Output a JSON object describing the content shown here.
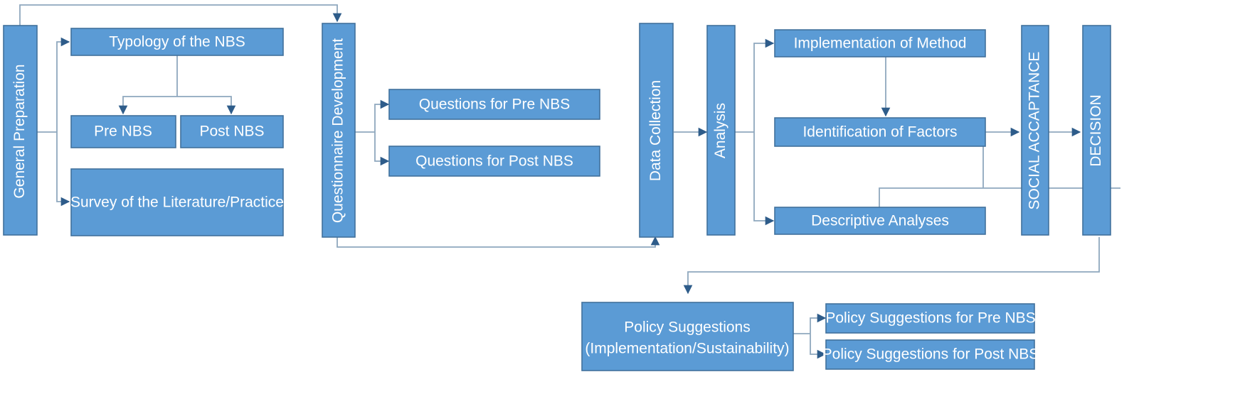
{
  "diagram": {
    "title": "NBS Research Methodology Flowchart",
    "colors": {
      "node_fill": "#5B9BD5",
      "node_stroke": "#41719C",
      "connector": "#8FA8BE",
      "arrowhead": "#2E5C8A",
      "label_text": "#FFFFFF",
      "background": "#FFFFFF"
    },
    "stages": [
      {
        "id": "general-preparation",
        "label": "General Preparation",
        "orientation": "vertical"
      },
      {
        "id": "questionnaire-development",
        "label": "Questionnaire Development",
        "orientation": "vertical"
      },
      {
        "id": "data-collection",
        "label": "Data Collection",
        "orientation": "vertical"
      },
      {
        "id": "analysis",
        "label": "Analysis",
        "orientation": "vertical"
      },
      {
        "id": "social-acceptance",
        "label": "SOCIAL ACCAPTANCE",
        "orientation": "vertical"
      },
      {
        "id": "decision",
        "label": "DECISION",
        "orientation": "vertical"
      }
    ],
    "nodes": [
      {
        "id": "typology-of-the-nbs",
        "label": "Typology of the NBS"
      },
      {
        "id": "pre-nbs",
        "label": "Pre NBS"
      },
      {
        "id": "post-nbs",
        "label": "Post NBS"
      },
      {
        "id": "survey-of-the-literature-practice",
        "label": "Survey of the Literature/Practice"
      },
      {
        "id": "questions-for-pre-nbs",
        "label": "Questions for Pre NBS"
      },
      {
        "id": "questions-for-post-nbs",
        "label": "Questions for Post NBS"
      },
      {
        "id": "implementation-of-method",
        "label": "Implementation of Method"
      },
      {
        "id": "identification-of-factors",
        "label": "Identification of Factors"
      },
      {
        "id": "descriptive-analyses",
        "label": "Descriptive Analyses"
      },
      {
        "id": "policy-suggestions",
        "label_line1": "Policy Suggestions",
        "label_line2": "(Implementation/Sustainability)"
      },
      {
        "id": "policy-suggestions-pre-nbs",
        "label": "Policy Suggestions  for Pre NBS"
      },
      {
        "id": "policy-suggestions-post-nbs",
        "label": "Policy Suggestions for Post NBS"
      }
    ]
  }
}
